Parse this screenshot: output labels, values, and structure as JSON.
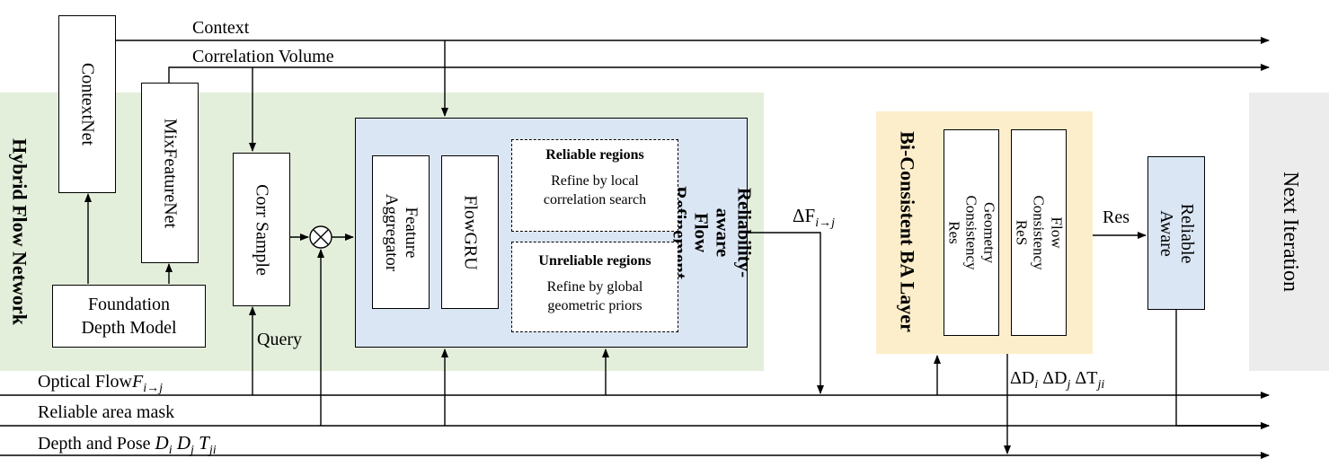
{
  "colors": {
    "hybrid_bg": "#e3eedb",
    "refine_bg": "#dbe6f4",
    "refine_border": "#000000",
    "ba_bg": "#fdeecb",
    "next_bg": "#ececec",
    "reliable_bg": "#dbe6f4"
  },
  "regions": {
    "hybrid": "Hybrid Flow Network",
    "refine": "Reliability-aware\nFlow Refinement",
    "ba": "Bi-Consistent BA Layer",
    "next": "Next Iteration"
  },
  "blocks": {
    "contextnet": "ContextNet",
    "mixfeaturenet": "MixFeatureNet",
    "foundation": "Foundation\nDepth Model",
    "corr_sample": "Corr Sample",
    "feature_aggregator": "Feature\nAggregator",
    "flowgru": "FlowGRU",
    "geometry_res": "Geometry Consistency\nRes",
    "flow_res": "Flow Consistency\nReS",
    "reliable_aware": "Reliable\nAware"
  },
  "regions_boxes": {
    "reliable_title": "Reliable regions",
    "reliable_desc": "Refine by local\ncorrelation search",
    "unreliable_title": "Unreliable regions",
    "unreliable_desc": "Refine by global\ngeometric priors"
  },
  "signals": {
    "context": "Context",
    "correlation_volume": "Correlation Volume",
    "query": "Query",
    "res": "Res",
    "optical_flow": "Optical Flow",
    "optical_flow_sym": "F",
    "optical_flow_sub": "i→j",
    "reliable_mask": "Reliable area mask",
    "depth_pose": "Depth and Pose",
    "depth_pose_sym": "D",
    "depth_pose_rest": "i  D",
    "delta_f": "ΔF",
    "delta_f_sub": "i→j",
    "delta_d": "ΔD",
    "mult": "⊗"
  }
}
